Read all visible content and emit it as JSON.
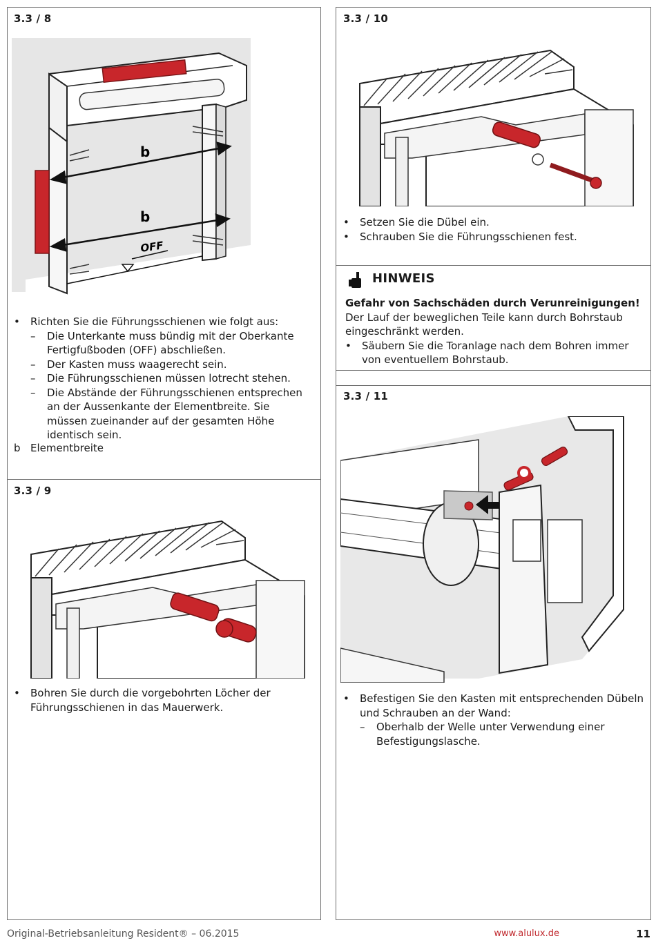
{
  "steps": {
    "s8": {
      "title": "3.3 / 8",
      "fig_labels": {
        "b_top": "b",
        "b_bottom": "b",
        "off": "OFF"
      },
      "intro": "Richten Sie die Führungsschienen wie folgt aus:",
      "sub": [
        "Die Unterkante muss bündig mit der Oberkante Fertigfußboden (OFF) abschließen.",
        "Der Kasten muss waagerecht sein.",
        "Die Führungsschienen müssen lotrecht stehen.",
        "Die Abstände der Führungsschienen entsprechen an der Aussenkante der Elementbreite. Sie müssen zueinander auf der gesamten Höhe identisch sein."
      ],
      "legend_key": "b",
      "legend_value": "Elementbreite"
    },
    "s9": {
      "title": "3.3 / 9",
      "bullets": [
        "Bohren Sie durch die vorgebohrten Löcher der Führungsschienen in das Mauerwerk."
      ]
    },
    "s10": {
      "title": "3.3 / 10",
      "bullets": [
        "Setzen Sie die Dübel ein.",
        "Schrauben Sie die Führungsschienen fest."
      ]
    },
    "hinweis": {
      "title": "HINWEIS",
      "heading": "Gefahr von Sachschäden durch Verunreinigungen!",
      "text": "Der Lauf der beweglichen Teile kann durch Bohrstaub eingeschränkt werden.",
      "bullet": "Säubern Sie die Toranlage nach dem Bohren immer von eventuellem Bohrstaub."
    },
    "s11": {
      "title": "3.3 / 11",
      "bullet": "Befestigen Sie den Kasten mit entsprechenden Dübeln und Schrauben an der Wand:",
      "sub": [
        "Oberhalb der Welle unter Verwendung einer Befestigungslasche."
      ]
    }
  },
  "bullet_char": "•",
  "dash_char": "–",
  "footer": {
    "doc": "Original-Betriebsanleitung Resident® – 06.2015",
    "url": "www.alulux.de",
    "page": "11"
  },
  "colors": {
    "accent_red": "#c8262b",
    "url_red": "#c0282d",
    "border": "#6d6d6d"
  }
}
